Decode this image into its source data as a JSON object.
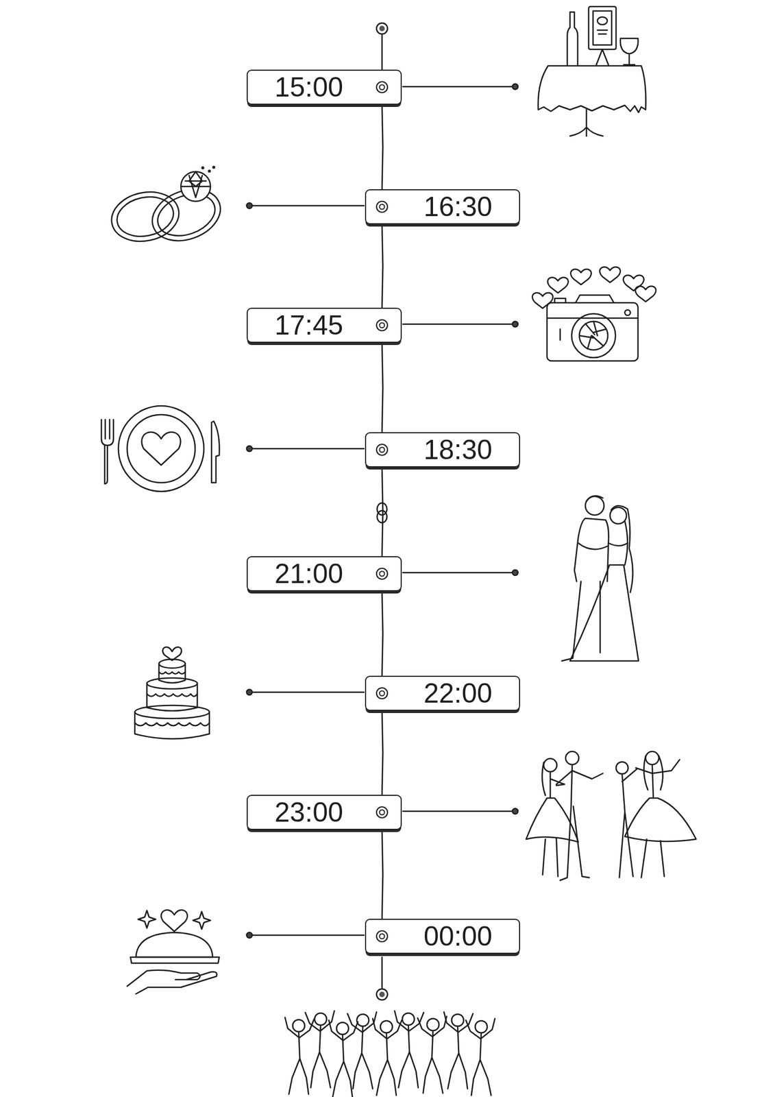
{
  "diagram": {
    "nodes": [
      {
        "text": [
          "15:00"
        ]
      },
      {
        "text": [
          "16:30"
        ]
      },
      {
        "text": [
          "17:45"
        ]
      },
      {
        "text": [
          "18:30"
        ]
      },
      {
        "text": [
          "21:00"
        ]
      },
      {
        "text": [
          "22:00"
        ]
      },
      {
        "text": [
          "23:00"
        ]
      },
      {
        "text": [
          "00:00"
        ]
      }
    ],
    "edges": [
      {
        "from": 0,
        "to": 1,
        "arrow": "none"
      },
      {
        "from": 1,
        "to": 2,
        "arrow": "none"
      },
      {
        "from": 2,
        "to": 3,
        "arrow": "none"
      },
      {
        "from": 3,
        "to": 4,
        "arrow": "none"
      },
      {
        "from": 4,
        "to": 5,
        "arrow": "none"
      },
      {
        "from": 5,
        "to": 6,
        "arrow": "none"
      },
      {
        "from": 6,
        "to": 7,
        "arrow": "none"
      }
    ]
  }
}
